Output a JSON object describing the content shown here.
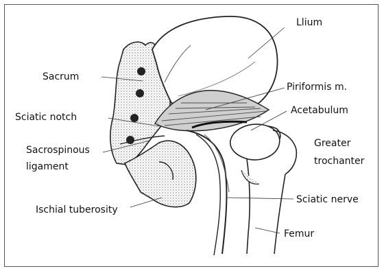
{
  "labels": {
    "ilium": "Llium",
    "sacrum": "Sacrum",
    "piriformis": "Piriformis m.",
    "sciatic_notch": "Sciatic notch",
    "acetabulum": "Acetabulum",
    "sacrospinous_1": "Sacrospinous",
    "sacrospinous_2": "ligament",
    "greater_trochanter_1": "Greater",
    "greater_trochanter_2": "trochanter",
    "ischial_tuberosity": "Ischial tuberosity",
    "sciatic_nerve": "Sciatic nerve",
    "femur": "Femur"
  },
  "colors": {
    "ink": "#111111",
    "shade": "#8a8a8a",
    "paper": "#ffffff"
  }
}
